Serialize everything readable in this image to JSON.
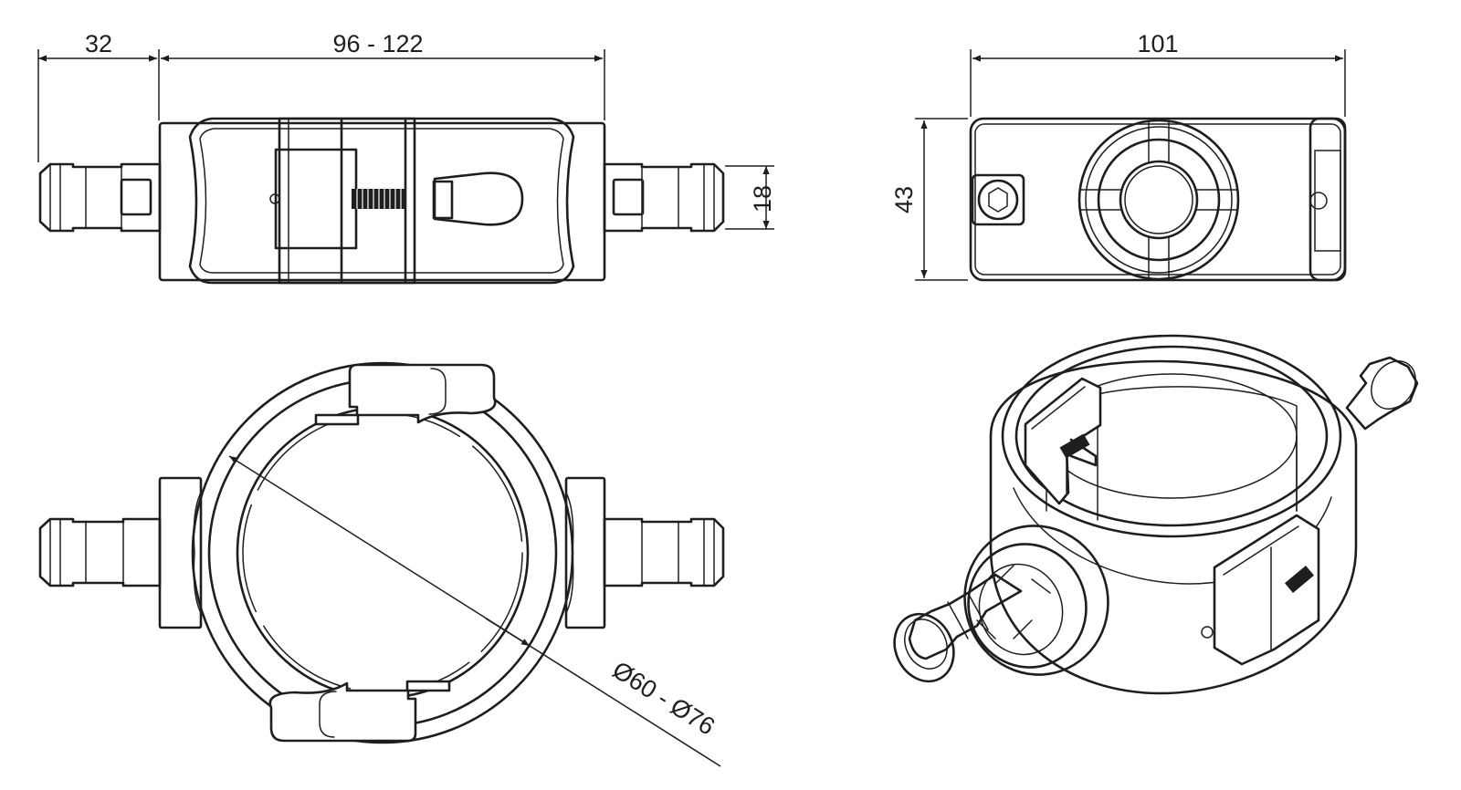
{
  "dimensions": {
    "stem_length": "32",
    "clamp_range": "96 - 122",
    "body_width": "101",
    "body_height": "43",
    "hose_diameter": "18",
    "pipe_diameter": "Ø60 - Ø76"
  },
  "colors": {
    "line": "#1e1e1e",
    "background": "#ffffff"
  }
}
